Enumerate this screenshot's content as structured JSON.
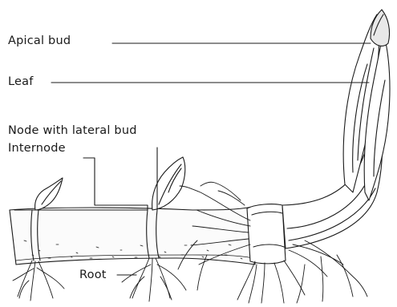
{
  "labels": {
    "apical_bud": "Apical bud",
    "leaf": "Leaf",
    "node_lateral_bud": "Node with lateral bud",
    "internode": "Internode",
    "root": "Root"
  },
  "colors": {
    "ink": "#1a1a1a",
    "paper": "#ffffff"
  }
}
